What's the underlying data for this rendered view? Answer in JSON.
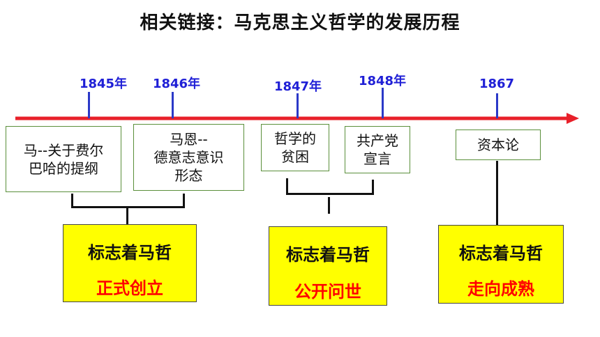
{
  "title": "相关链接：马克思主义哲学的发展历程",
  "colors": {
    "axis": "#e8202a",
    "year_text": "#1f1fd6",
    "tick": "#2b39c8",
    "highlight_bg": "#ffff00",
    "highlight_text": "#ff0000"
  },
  "timeline": {
    "years": [
      "1845年",
      "1846年",
      "1847年",
      "1848年",
      "1867"
    ]
  },
  "works": [
    "马--关于费尔\n巴哈的提纲",
    "马恩--\n德意志意识\n形态",
    "哲学的\n贫困",
    "共产党\n宣言",
    "资本论"
  ],
  "stages": [
    {
      "line1": "标志着马哲",
      "line2": "正式创立"
    },
    {
      "line1": "标志着马哲",
      "line2": "公开问世"
    },
    {
      "line1": "标志着马哲",
      "line2": "走向成熟"
    }
  ]
}
